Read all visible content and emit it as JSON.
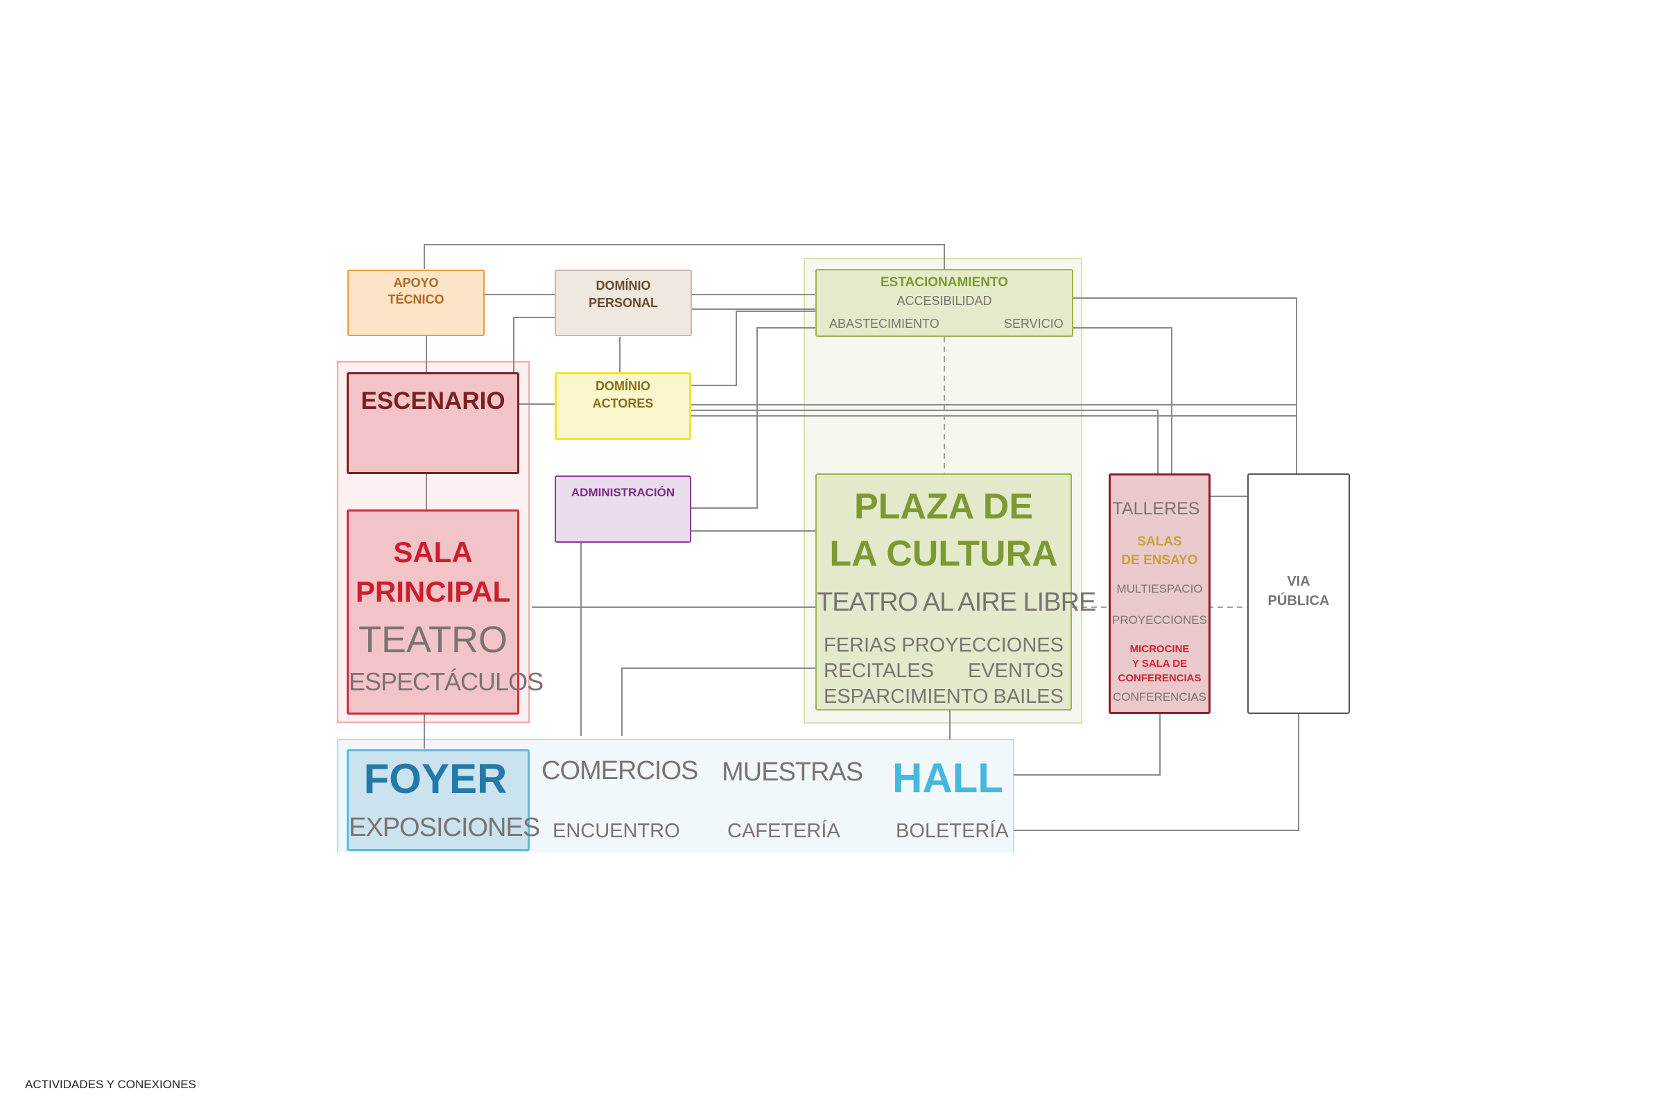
{
  "nodes": {
    "apoyo_tecnico": {
      "line1": "APOYO",
      "line2": "TÉCNICO"
    },
    "dominio_personal": {
      "line1": "DOMÍNIO",
      "line2": "PERSONAL"
    },
    "estacionamiento": {
      "title": "ESTACIONAMIENTO",
      "sub1": "ACCESIBILIDAD",
      "sub2": "ABASTECIMIENTO",
      "sub3": "SERVICIO"
    },
    "escenario": {
      "title": "ESCENARIO"
    },
    "dominio_actores": {
      "line1": "DOMÍNIO",
      "line2": "ACTORES"
    },
    "administracion": {
      "title": "ADMINISTRACIÓN"
    },
    "sala_principal": {
      "line1": "SALA",
      "line2": "PRINCIPAL",
      "line3": "TEATRO",
      "line4": "ESPECTÁCULOS"
    },
    "plaza": {
      "line1": "PLAZA DE",
      "line2": "LA CULTURA",
      "line3": "TEATRO AL AIRE LIBRE",
      "act1": "FERIAS",
      "act2": "PROYECCIONES",
      "act3": "RECITALES",
      "act4": "EVENTOS",
      "act5": "ESPARCIMIENTO",
      "act6": "BAILES"
    },
    "talleres": {
      "t1": "TALLERES",
      "t2a": "SALAS",
      "t2b": "DE ENSAYO",
      "t3": "MULTIESPACIO",
      "t4": "PROYECCIONES",
      "t5a": "MICROCINE",
      "t5b": "Y SALA DE",
      "t5c": "CONFERENCIAS",
      "t6": "CONFERENCIAS"
    },
    "via_publica": {
      "line1": "VIA",
      "line2": "PÚBLICA"
    },
    "foyer": {
      "title": "FOYER",
      "sub": "EXPOSICIONES"
    },
    "hall": {
      "comercios": "COMERCIOS",
      "encuentro": "ENCUENTRO",
      "muestras": "MUESTRAS",
      "cafeteria": "CAFETERÍA",
      "title": "HALL",
      "boleteria": "BOLETERÍA"
    }
  },
  "footer": {
    "caption": "ACTIVIDADES Y CONEXIONES"
  },
  "colors": {
    "line": "#8a8a8a",
    "apoyo_border": "#f29a3a",
    "apoyo_fill": "#fbe4c8",
    "apoyo_text": "#b5651d",
    "dominio_border": "#c9b8a6",
    "dominio_fill": "#efe8df",
    "dominio_text": "#6b4a2a",
    "estac_text": "#7d9a32",
    "estac_fill": "#e3ebcb",
    "estac_border": "#9ab44a",
    "zone_green_fill": "#f6f8ef",
    "zone_green_border": "#d5e2b0",
    "escenario_border": "#7a1f24",
    "escenario_fill": "#f2c4c7",
    "escenario_text": "#7a1f24",
    "actores_border": "#f2e233",
    "actores_fill": "#fbf7cc",
    "actores_text": "#8a6a1a",
    "admin_border": "#8c3a9a",
    "admin_fill": "#eadcec",
    "admin_text": "#7b2d8b",
    "sala_border": "#d02b3a",
    "sala_fill": "#f2c4c7",
    "sala_text": "#cc1f2e",
    "zone_red_fill": "#fdf0f0",
    "zone_red_border": "#f3a8ac",
    "plaza_fill": "#e2eacb",
    "plaza_border": "#9ab44a",
    "plaza_text": "#7d9a32",
    "gray_text": "#7b7373",
    "talleres_border": "#8b1d2c",
    "talleres_fill": "#e9c9cb",
    "talleres_yellow": "#c8a13b",
    "talleres_red": "#d62232",
    "via_border": "#555555",
    "foyer_border": "#5bbbe0",
    "foyer_fill": "#cbe3ef",
    "foyer_text": "#2479a8",
    "zone_blue_fill": "#f1f8fc",
    "zone_blue_border": "#b5dff0",
    "hall_text": "#45b8e0"
  }
}
